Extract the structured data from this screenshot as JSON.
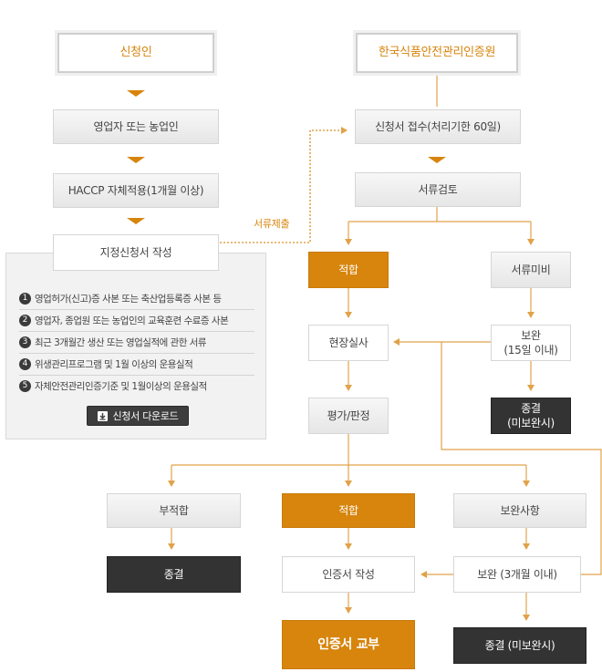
{
  "left": {
    "applicant": "신청인",
    "business_or_farmer": "영업자 또는 농업인",
    "haccp_self": "HACCP 자체적용(1개월 이상)",
    "application_form": "지정신청서 작성",
    "documents": [
      {
        "num": "1",
        "text": "영업허가(신고)증 사본 또는 축산업등록증 사본 등"
      },
      {
        "num": "2",
        "text": "영업자, 종업원 또는 농업인의 교육훈련 수료증 사본"
      },
      {
        "num": "3",
        "text": "최근 3개월간 생산 또는 영업실적에 관한 서류"
      },
      {
        "num": "4",
        "text": "위생관리프로그램 및 1월 이상의 운용실적"
      },
      {
        "num": "5",
        "text": "자체안전관리인증기준 및 1월이상의 운용실적"
      }
    ],
    "download_button": "신청서 다운로드"
  },
  "submit_label": "서류제출",
  "right": {
    "institute": "한국식품안전관리인증원",
    "receipt": "신청서 접수(처리기한 60일)",
    "document_review": "서류검토",
    "suitable": "적합",
    "doc_insufficient": "서류미비",
    "onsite": "현장실사",
    "supplement_15": "보완\n(15일 이내)",
    "end_unsupplemented": "종결\n(미보완시)",
    "evaluation": "평가/판정"
  },
  "bottom": {
    "unsuitable": "부적합",
    "end": "종결",
    "suitable": "적합",
    "cert_write": "인증서 작성",
    "cert_issue": "인증서 교부",
    "supplement_items": "보완사항",
    "supplement_3m": "보완 (3개월 이내)",
    "end_unsupplemented": "종결 (미보완시)"
  },
  "colors": {
    "accent": "#d7850d",
    "dark": "#333333",
    "line": "#e1a24a"
  },
  "icons": {
    "download": "download-icon",
    "chevron": "chevron-down-icon"
  }
}
